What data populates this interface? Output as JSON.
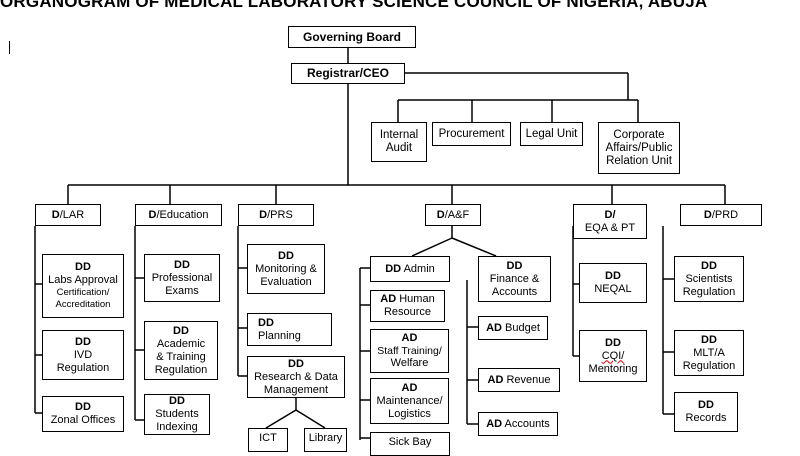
{
  "title": "ORGANOGRAM OF MEDICAL LABORATORY SCIENCE COUNCIL OF NIGERIA, ABUJA",
  "top": {
    "board": "Governing Board",
    "registrar": "Registrar/CEO"
  },
  "units": [
    "Internal Audit",
    "Procurement",
    "Legal Unit",
    "Corporate Affairs/Public Relation Unit"
  ],
  "departments": [
    {
      "prefix": "D",
      "suffix": "/LAR"
    },
    {
      "prefix": "D",
      "suffix": "/Education"
    },
    {
      "prefix": "D",
      "suffix": "/PRS"
    },
    {
      "prefix": "D",
      "suffix": "/A&F"
    },
    {
      "prefix": "D/",
      "suffix": "EQA & PT"
    },
    {
      "prefix": "D",
      "suffix": "/PRD"
    }
  ],
  "lar": [
    {
      "head": "DD",
      "lines": [
        "Labs Approval",
        "Certification/",
        "Accreditation"
      ]
    },
    {
      "head": "DD",
      "lines": [
        "IVD",
        "Regulation"
      ]
    },
    {
      "head": "DD",
      "lines": [
        "Zonal Offices"
      ]
    }
  ],
  "edu": [
    {
      "head": "DD",
      "lines": [
        "Professional",
        "Exams"
      ]
    },
    {
      "head": "DD",
      "lines": [
        "Academic",
        "& Training",
        "Regulation"
      ]
    },
    {
      "head": "DD",
      "lines": [
        "Students",
        "Indexing"
      ]
    }
  ],
  "prs": [
    {
      "head": "DD",
      "lines": [
        "Monitoring &",
        "Evaluation"
      ]
    },
    {
      "head": "DD",
      "lines": [
        "Planning"
      ]
    },
    {
      "head": "DD",
      "lines": [
        "Research & Data",
        "Management"
      ]
    }
  ],
  "prs_sub": [
    "ICT",
    "Library"
  ],
  "af_admin": {
    "head": {
      "bold": "DD",
      "text": " Admin"
    },
    "items": [
      {
        "head": "AD",
        "rest": " Human",
        "lines": [
          "Resource"
        ]
      },
      {
        "head": "AD",
        "lines": [
          "Staff Training/",
          "Welfare"
        ]
      },
      {
        "head": "AD",
        "lines": [
          "Maintenance/",
          "Logistics"
        ]
      },
      {
        "head": "",
        "lines": [
          "Sick Bay"
        ]
      }
    ]
  },
  "af_finance": {
    "head": "DD",
    "lines": [
      "Finance &",
      "Accounts"
    ],
    "items": [
      {
        "bold": "AD",
        "text": " Budget"
      },
      {
        "bold": "AD",
        "text": " Revenue"
      },
      {
        "bold": "AD",
        "text": " Accounts"
      }
    ]
  },
  "eqa": [
    {
      "head": "DD",
      "lines": [
        "NEQAL"
      ]
    },
    {
      "head": "DD",
      "lines": [
        "CQI/",
        "Mentoring"
      ]
    }
  ],
  "prd": [
    {
      "head": "DD",
      "lines": [
        "Scientists",
        "Regulation"
      ]
    },
    {
      "head": "DD",
      "lines": [
        "MLT/A",
        "Regulation"
      ]
    },
    {
      "head": "DD",
      "lines": [
        "Records"
      ]
    }
  ]
}
